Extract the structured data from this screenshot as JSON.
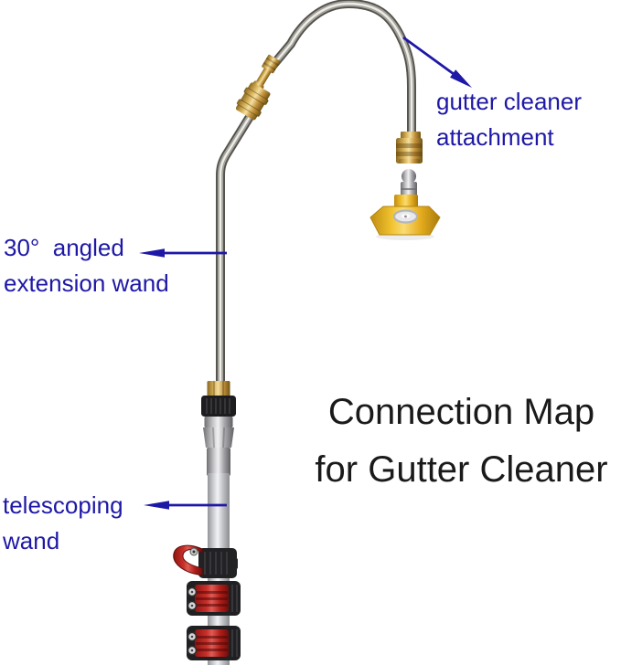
{
  "title": {
    "text": "Connection Map\nfor Gutter Cleaner"
  },
  "labels": {
    "gutter_attachment": "gutter cleaner\nattachment",
    "angled_wand": "30°  angled\nextension wand",
    "telescoping_wand": "telescoping\nwand"
  },
  "colors": {
    "background": "#ffffff",
    "annotation_blue": "#1e18a6",
    "title_black": "#1a1a1a",
    "brass": "#c9a24b",
    "stainless_steel": "#8f8e88",
    "aluminum": "#cfd1d4",
    "nozzle_yellow": "#f0c22e",
    "clamp_red": "#b6231f",
    "clamp_black": "#202022"
  },
  "icons": {
    "arrow_gutter_attachment": "arrow-down-right",
    "arrow_angled_wand": "arrow-left",
    "arrow_telescoping_wand": "arrow-left"
  }
}
